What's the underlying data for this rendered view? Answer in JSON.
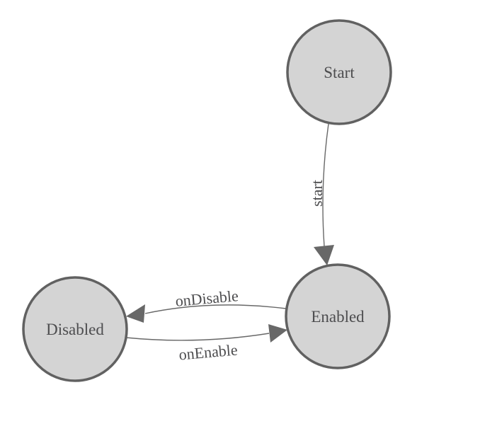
{
  "diagram": {
    "type": "state-machine",
    "background_color": "#ffffff",
    "node_fill_color": "#d4d4d4",
    "node_border_color": "#616161",
    "edge_color": "#686868",
    "text_color": "#4d4d4f",
    "nodes": [
      {
        "id": "start",
        "label": "Start"
      },
      {
        "id": "enabled",
        "label": "Enabled"
      },
      {
        "id": "disabled",
        "label": "Disabled"
      }
    ],
    "edges": [
      {
        "id": "start-to-enabled",
        "from": "Start",
        "to": "Enabled",
        "label": "start"
      },
      {
        "id": "enabled-to-disabled",
        "from": "Enabled",
        "to": "Disabled",
        "label": "onDisable"
      },
      {
        "id": "disabled-to-enabled",
        "from": "Disabled",
        "to": "Enabled",
        "label": "onEnable"
      }
    ]
  }
}
